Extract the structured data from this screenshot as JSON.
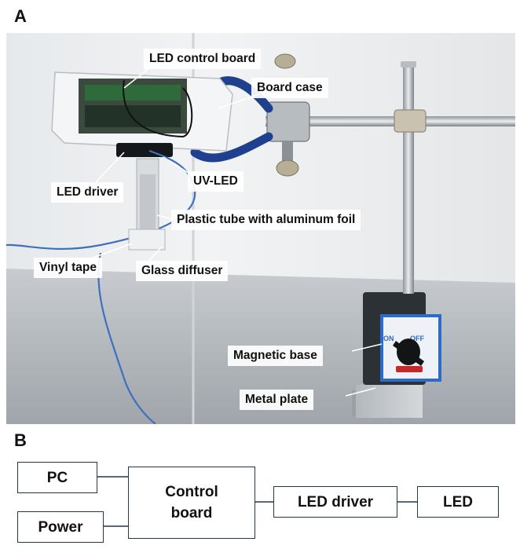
{
  "panel_a": {
    "letter": "A",
    "labels": {
      "led_control_board": "LED control board",
      "board_case": "Board case",
      "led_driver": "LED driver",
      "uv_led": "UV-LED",
      "plastic_tube": "Plastic tube with aluminum foil",
      "vinyl_tape": "Vinyl tape",
      "glass_diffuser": "Glass diffuser",
      "magnetic_base": "Magnetic base",
      "metal_plate": "Metal plate"
    },
    "switch_text": {
      "on": "ON",
      "off": "OFF"
    }
  },
  "panel_b": {
    "letter": "B",
    "boxes": {
      "pc": "PC",
      "power": "Power",
      "control_board_line1": "Control",
      "control_board_line2": "board",
      "led_driver": "LED driver",
      "led": "LED"
    }
  }
}
